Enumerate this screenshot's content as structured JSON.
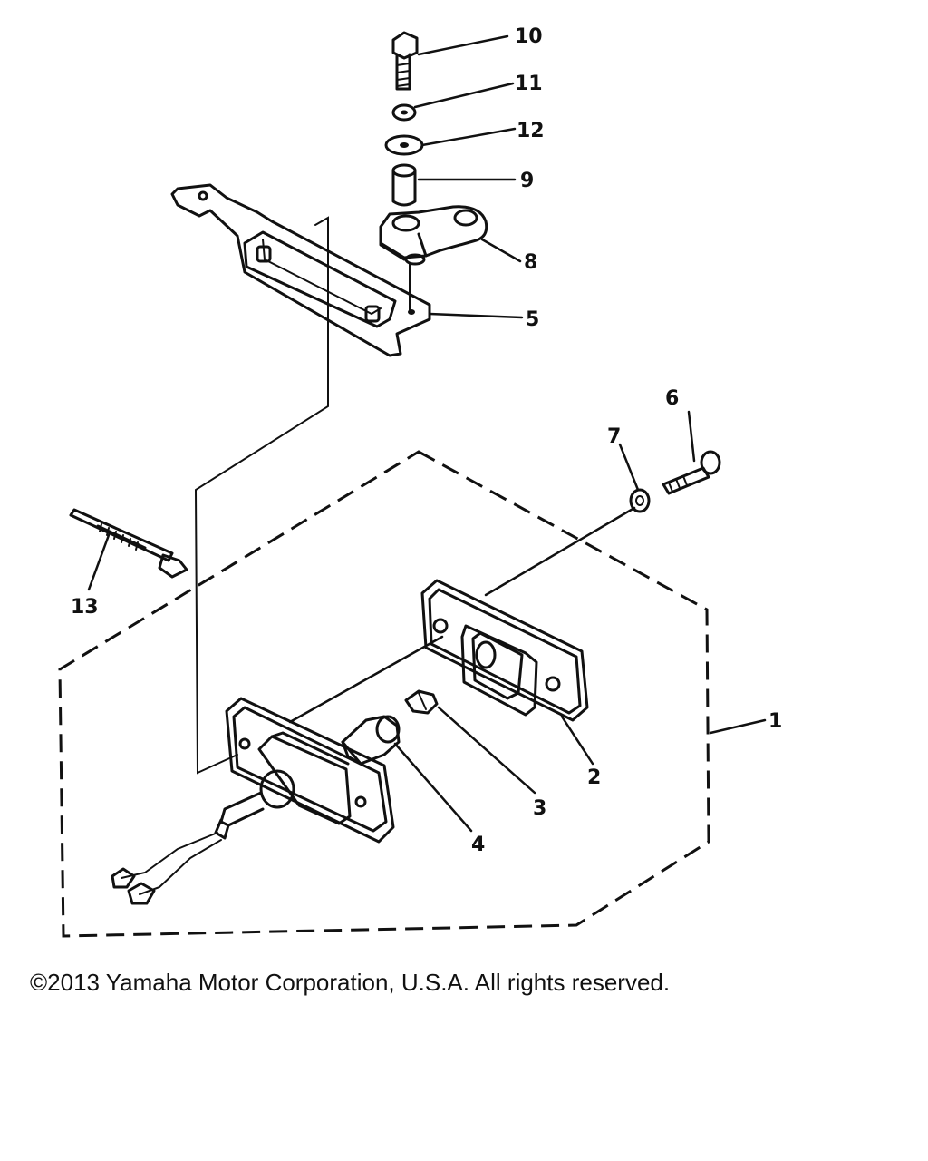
{
  "diagram": {
    "callouts": [
      "1",
      "2",
      "3",
      "4",
      "5",
      "6",
      "7",
      "8",
      "9",
      "10",
      "11",
      "12",
      "13"
    ],
    "parts": [
      {
        "id": "1",
        "icon": "assembly-boundary"
      },
      {
        "id": "2",
        "icon": "lamp-lens"
      },
      {
        "id": "3",
        "icon": "bulb-small"
      },
      {
        "id": "4",
        "icon": "bulb-socket"
      },
      {
        "id": "5",
        "icon": "bracket"
      },
      {
        "id": "6",
        "icon": "screw"
      },
      {
        "id": "7",
        "icon": "nut"
      },
      {
        "id": "8",
        "icon": "clamp-bracket"
      },
      {
        "id": "9",
        "icon": "collar"
      },
      {
        "id": "10",
        "icon": "bolt"
      },
      {
        "id": "11",
        "icon": "spring-washer"
      },
      {
        "id": "12",
        "icon": "plain-washer"
      },
      {
        "id": "13",
        "icon": "cable-tie"
      }
    ]
  },
  "footer": {
    "copyright": "©2013 Yamaha Motor Corporation, U.S.A. All rights reserved."
  }
}
